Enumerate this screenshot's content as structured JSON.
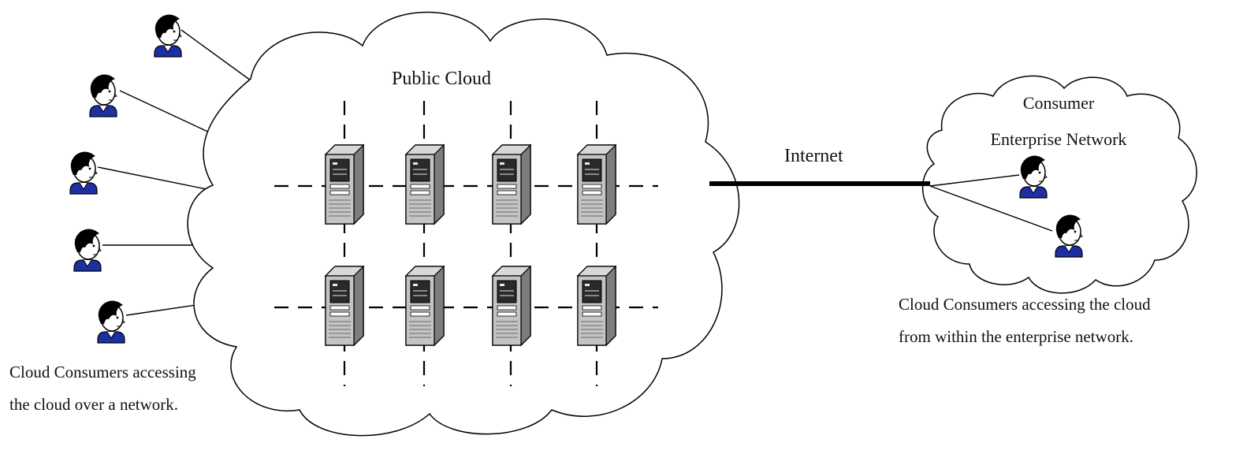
{
  "diagram": {
    "public_cloud_label": "Public Cloud",
    "internet_label": "Internet",
    "enterprise_network_label": [
      "Consumer",
      "Enterprise Network"
    ],
    "left_caption": [
      "Cloud Consumers accessing",
      "the cloud over a network."
    ],
    "right_caption": [
      "Cloud Consumers accessing the cloud",
      "from within the enterprise network."
    ]
  },
  "icons": {
    "consumer": "person-icon",
    "server": "server-icon",
    "cloud": "cloud-shape-icon"
  },
  "colors": {
    "outline": "#000000",
    "server_body": "#b8b8b8",
    "server_shadow": "#7d7d7d",
    "person_shirt": "#1c2fa3",
    "person_hair": "#000000"
  }
}
